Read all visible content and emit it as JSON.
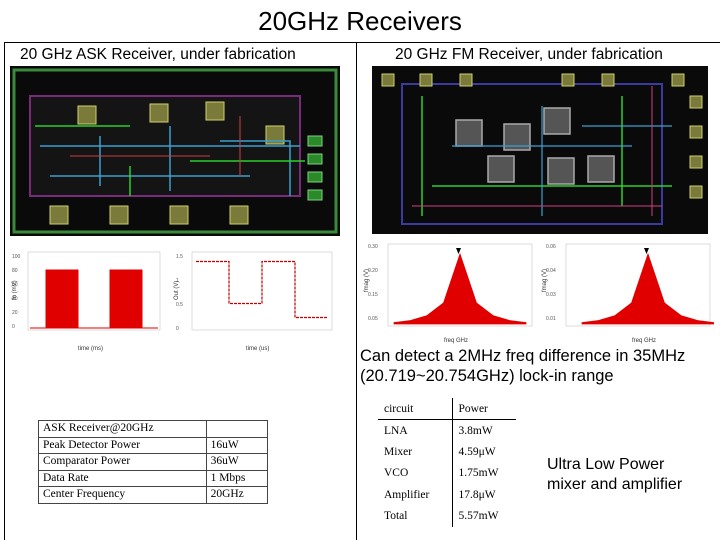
{
  "title": "20GHz Receivers",
  "left": {
    "subtitle": "20 GHz ASK Receiver, under fabrication",
    "ask_table": [
      [
        "ASK Receiver@20GHz",
        ""
      ],
      [
        "Peak Detector Power",
        "16uW"
      ],
      [
        "Comparator Power",
        "36uW"
      ],
      [
        "Data Rate",
        "1 Mbps"
      ],
      [
        "Center Frequency",
        "20GHz"
      ]
    ]
  },
  "right": {
    "subtitle": "20 GHz FM Receiver, under fabrication",
    "caption_line1": "Can detect a 2MHz freq difference in 35MHz",
    "caption_line2": "(20.719~20.754GHz) lock-in range",
    "power_table": {
      "header": [
        "circuit",
        "Power"
      ],
      "rows": [
        [
          "LNA",
          "3.8mW"
        ],
        [
          "Mixer",
          "4.59μW"
        ],
        [
          "VCO",
          "1.75mW"
        ],
        [
          "Amplifier",
          "17.8μW"
        ],
        [
          "Total",
          "5.57mW"
        ]
      ]
    },
    "note_line1": "Ultra Low Power",
    "note_line2": "mixer and amplifier"
  },
  "chart_data": [
    {
      "type": "line",
      "series": [
        {
          "values": [
            0,
            1,
            1,
            0,
            0,
            1,
            1,
            0,
            0
          ]
        }
      ],
      "color": "#e00000"
    },
    {
      "type": "line",
      "series": [
        {
          "values": [
            0.95,
            0.95,
            0.35,
            0.35,
            0.95,
            0.95,
            0.15,
            0.15
          ]
        }
      ],
      "color": "#c00000"
    },
    {
      "type": "line",
      "series": [
        {
          "values": [
            0.02,
            0.05,
            0.12,
            0.3,
            1.0,
            0.3,
            0.12,
            0.05,
            0.02
          ]
        }
      ],
      "color": "#e00000"
    },
    {
      "type": "line",
      "series": [
        {
          "values": [
            0.02,
            0.05,
            0.12,
            0.3,
            1.0,
            0.3,
            0.12,
            0.05,
            0.02
          ]
        }
      ],
      "color": "#e00000"
    }
  ]
}
